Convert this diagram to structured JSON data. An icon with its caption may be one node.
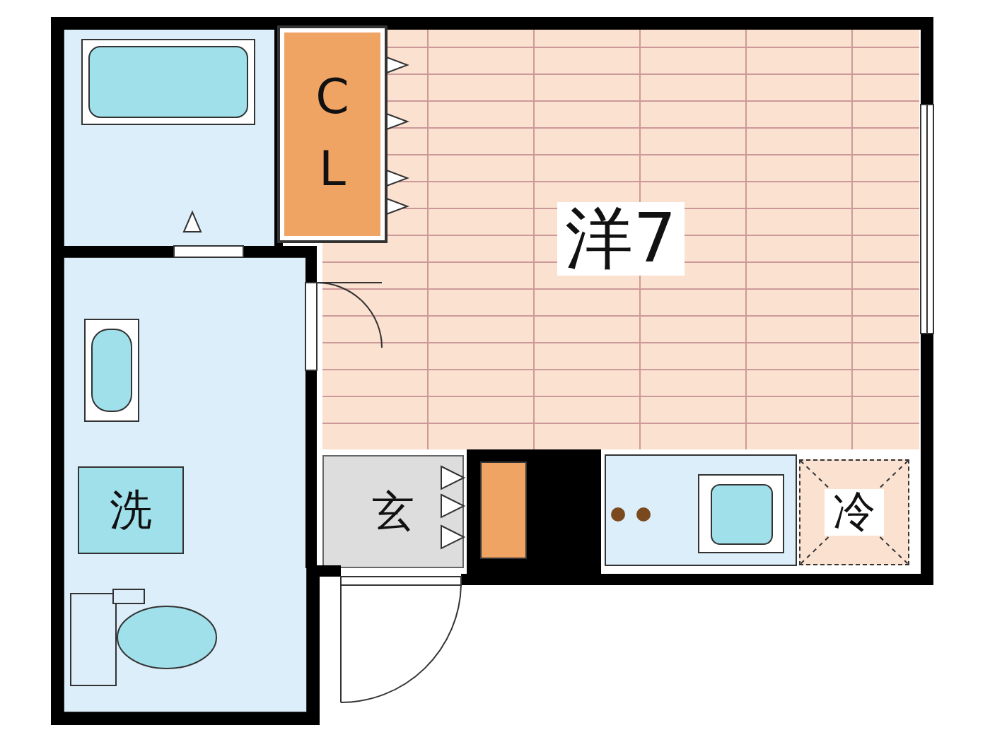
{
  "diagram": {
    "nodes": [
      {
        "text": [
          "C L"
        ]
      },
      {
        "text": [
          "洋7"
        ]
      },
      {
        "text": [
          "洗"
        ]
      },
      {
        "text": [
          "玄"
        ]
      },
      {
        "text": [
          "冷"
        ]
      }
    ]
  }
}
